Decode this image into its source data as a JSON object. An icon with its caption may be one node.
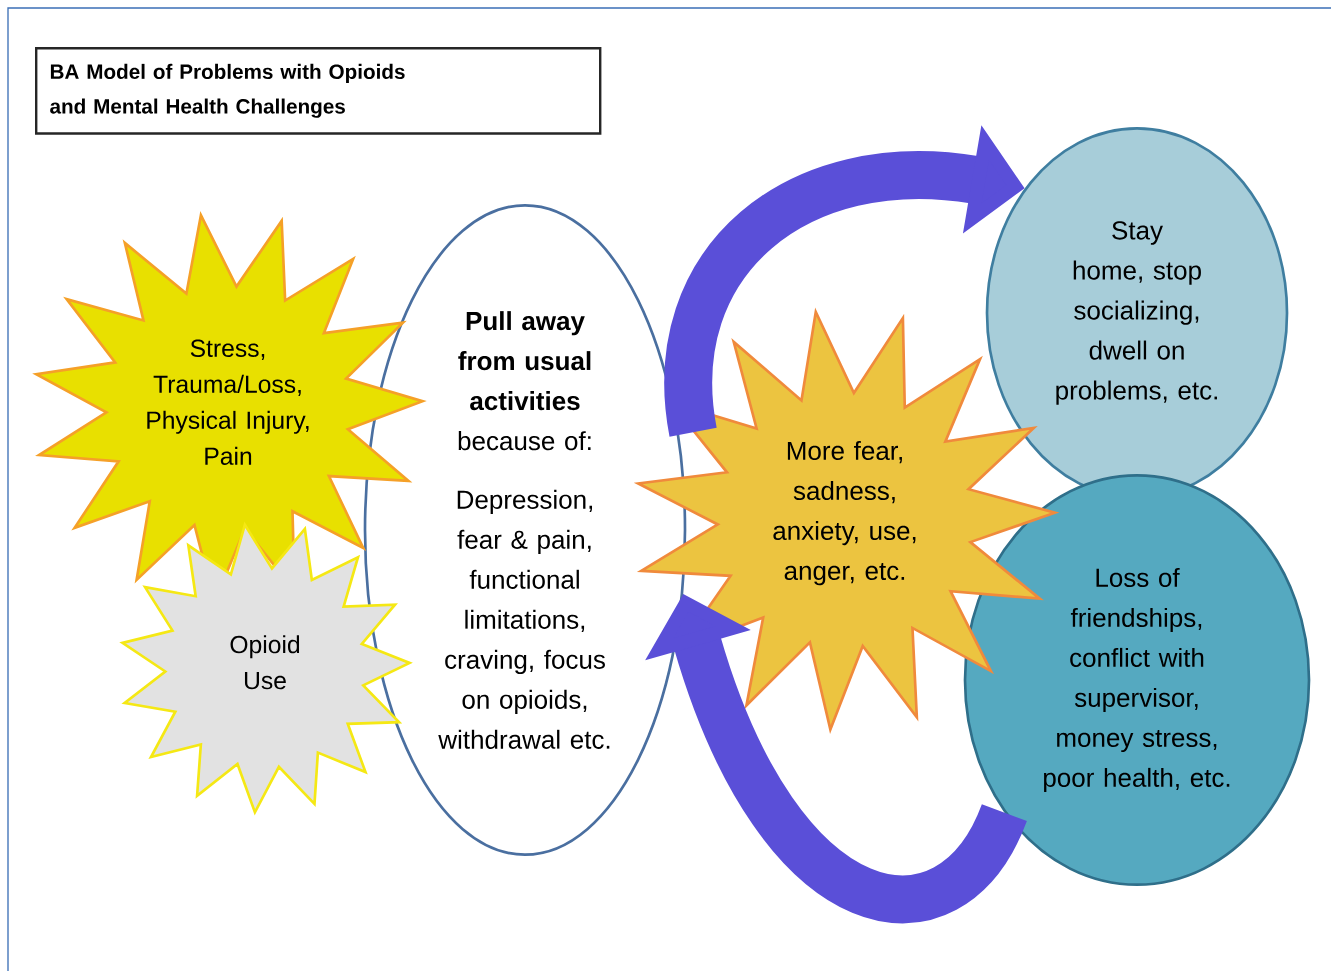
{
  "diagram": {
    "title": "BA Model of Problems with Opioids and Mental Health Challenges",
    "nodes": [
      {
        "text": [
          "Stress, Trauma/Loss, Physical Injury, Pain"
        ]
      },
      {
        "text": [
          "Opioid Use"
        ]
      },
      {
        "text": [
          "Pull away from usual activities",
          "because of:",
          "Depression, fear & pain, functional limitations, craving, focus on opioids, withdrawal etc."
        ]
      },
      {
        "text": [
          "More fear, sadness, anxiety, use, anger, etc."
        ]
      },
      {
        "text": [
          "Stay home, stop socializing, dwell on problems, etc."
        ]
      },
      {
        "text": [
          "Loss of friendships, conflict with supervisor, money stress, poor health, etc."
        ]
      }
    ],
    "edges": [
      {
        "from": 3,
        "to": 4,
        "arrow": "to"
      },
      {
        "from": 5,
        "to": 2,
        "arrow": "to"
      }
    ]
  }
}
